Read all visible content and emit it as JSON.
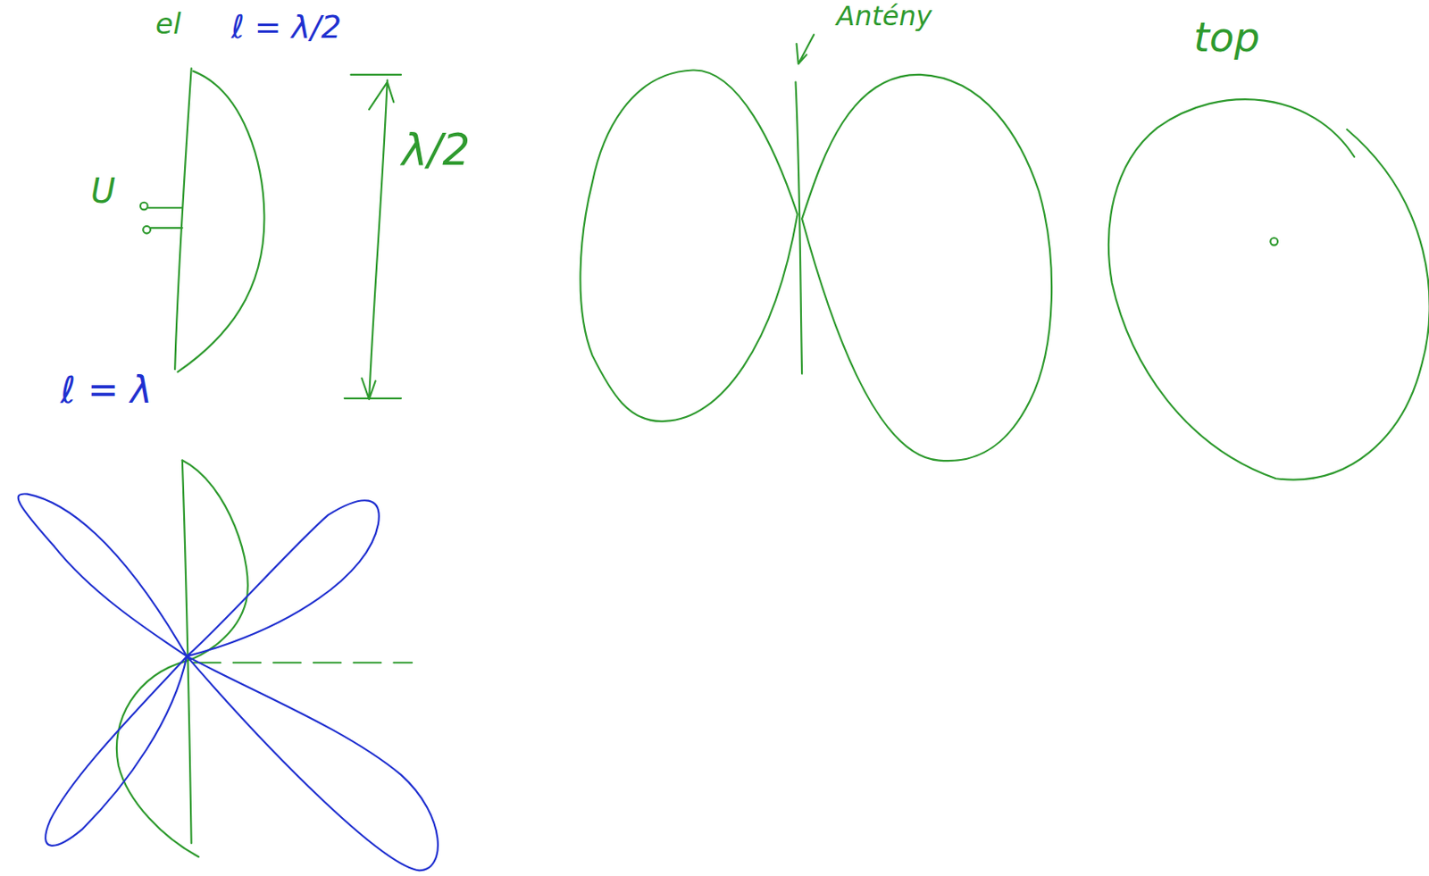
{
  "diagram": {
    "labels": [
      "el",
      "ℓ = λ/2",
      "λ/2",
      "U",
      "ℓ = λ",
      "Antény",
      "top"
    ]
  }
}
